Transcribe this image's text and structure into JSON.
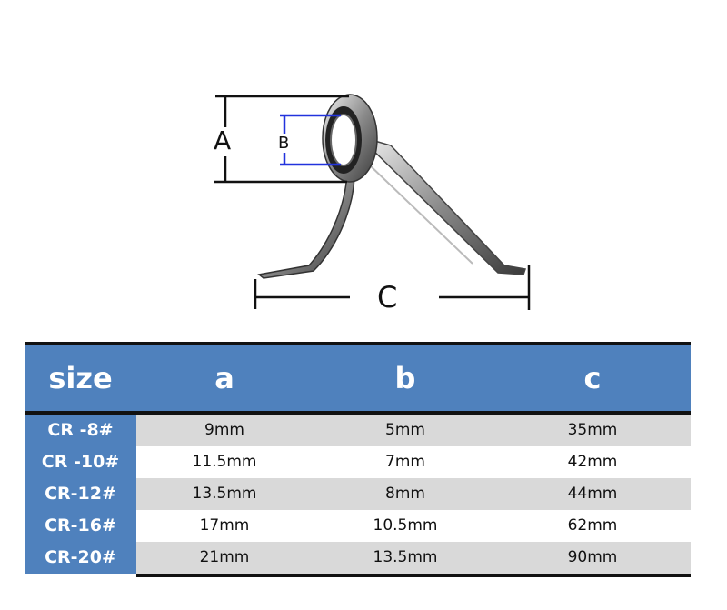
{
  "diagram": {
    "labels": {
      "a": "A",
      "b": "B",
      "c": "C"
    },
    "colors": {
      "dimension_b": "#2233dd",
      "dimension": "#111111"
    }
  },
  "table": {
    "headers": [
      "size",
      "a",
      "b",
      "c"
    ],
    "header_color": "#4f81bd",
    "rows": [
      {
        "size": "CR -8#",
        "a": "9mm",
        "b": "5mm",
        "c": "35mm"
      },
      {
        "size": "CR -10#",
        "a": "11.5mm",
        "b": "7mm",
        "c": "42mm"
      },
      {
        "size": "CR-12#",
        "a": "13.5mm",
        "b": "8mm",
        "c": "44mm"
      },
      {
        "size": "CR-16#",
        "a": "17mm",
        "b": "10.5mm",
        "c": "62mm"
      },
      {
        "size": "CR-20#",
        "a": "21mm",
        "b": "13.5mm",
        "c": "90mm"
      }
    ]
  }
}
